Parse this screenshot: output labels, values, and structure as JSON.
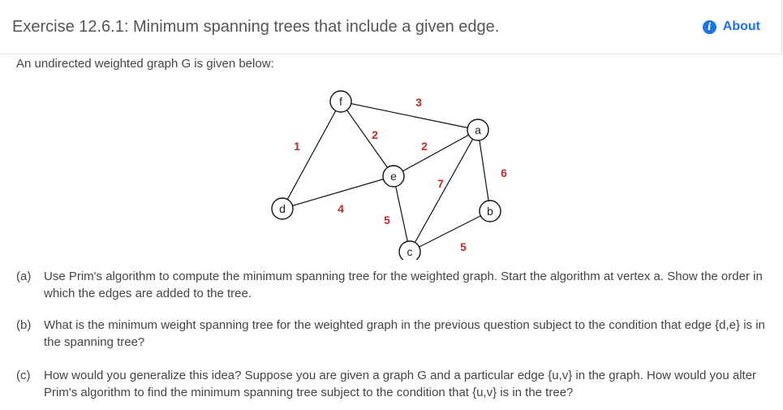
{
  "header": {
    "title": "Exercise 12.6.1: Minimum spanning trees that include a given edge.",
    "about_label": "About",
    "about_icon": "info-icon",
    "accent_color": "#1a73e8"
  },
  "intro": "An undirected weighted graph G is given below:",
  "graph": {
    "vertices": [
      "f",
      "a",
      "e",
      "d",
      "b",
      "c"
    ],
    "edges": [
      {
        "from": "f",
        "to": "a",
        "weight": "3"
      },
      {
        "from": "f",
        "to": "d",
        "weight": "1"
      },
      {
        "from": "f",
        "to": "e",
        "weight": "2"
      },
      {
        "from": "e",
        "to": "a",
        "weight": "2"
      },
      {
        "from": "d",
        "to": "e",
        "weight": "4"
      },
      {
        "from": "e",
        "to": "c",
        "weight": "5"
      },
      {
        "from": "a",
        "to": "c",
        "weight": "7"
      },
      {
        "from": "a",
        "to": "b",
        "weight": "6"
      },
      {
        "from": "c",
        "to": "b",
        "weight": "5"
      }
    ],
    "weight_color": "#c62828"
  },
  "questions": [
    {
      "label": "(a)",
      "text": "Use Prim's algorithm to compute the minimum spanning tree for the weighted graph. Start the algorithm at vertex a. Show the order in which the edges are added to the tree."
    },
    {
      "label": "(b)",
      "text": "What is the minimum weight spanning tree for the weighted graph in the previous question subject to the condition that edge {d,e} is in the spanning tree?"
    },
    {
      "label": "(c)",
      "text": "How would you generalize this idea? Suppose you are given a graph G and a particular edge {u,v} in the graph. How would you alter Prim's algorithm to find the minimum spanning tree subject to the condition that {u,v} is in the tree?"
    }
  ]
}
